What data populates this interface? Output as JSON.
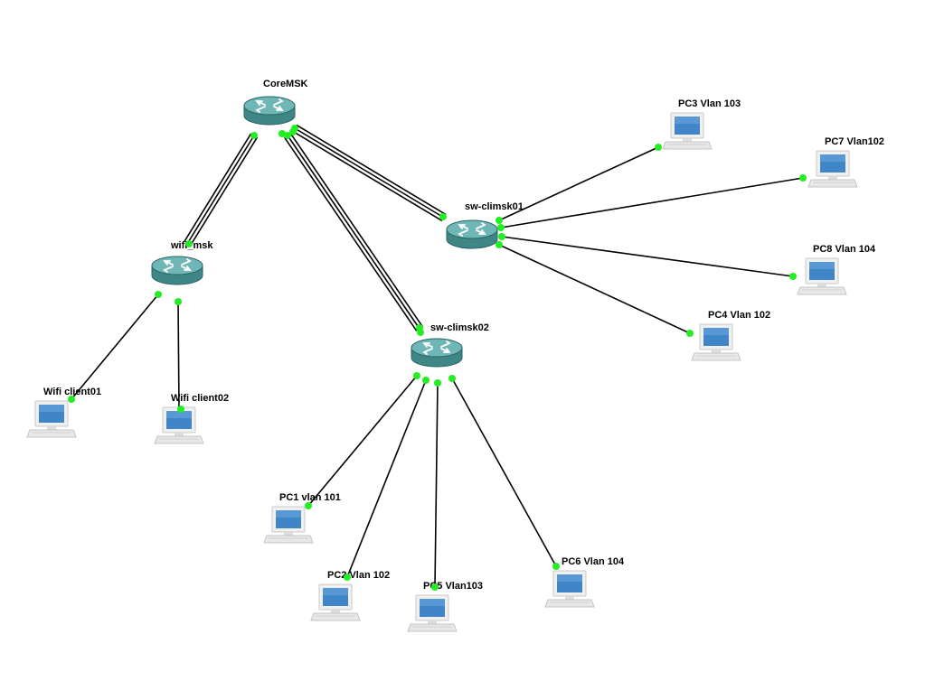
{
  "diagram": {
    "routers": {
      "coremsk": {
        "label": "CoreMSK",
        "icon": "router-icon"
      },
      "wifi_msk": {
        "label": "wifi_msk",
        "icon": "router-icon"
      },
      "sw_climsk01": {
        "label": "sw-climsk01",
        "icon": "router-icon"
      },
      "sw_climsk02": {
        "label": "sw-climsk02",
        "icon": "router-icon"
      }
    },
    "hosts": {
      "pc3": {
        "label": "PC3 Vlan 103",
        "icon": "pc-icon"
      },
      "pc7": {
        "label": "PC7 Vlan102",
        "icon": "pc-icon"
      },
      "pc8": {
        "label": "PC8 Vlan 104",
        "icon": "pc-icon"
      },
      "pc4": {
        "label": "PC4 Vlan 102",
        "icon": "pc-icon"
      },
      "wifi_client01": {
        "label": "Wifi client01",
        "icon": "pc-icon"
      },
      "wifi_client02": {
        "label": "Wifi client02",
        "icon": "pc-icon"
      },
      "pc1": {
        "label": "PC1 vlan 101",
        "icon": "pc-icon"
      },
      "pc2": {
        "label": "PC2 Vlan 102",
        "icon": "pc-icon"
      },
      "pc5": {
        "label": "PC5 Vlan103",
        "icon": "pc-icon"
      },
      "pc6": {
        "label": "PC6 Vlan 104",
        "icon": "pc-icon"
      }
    },
    "colors": {
      "router_body": "#4e9a9a",
      "router_top": "#7cc4c4",
      "port": "#22ee22",
      "link": "#000000",
      "monitor_screen": "#4a8ac8",
      "monitor_frame": "#e4e4e4"
    }
  }
}
